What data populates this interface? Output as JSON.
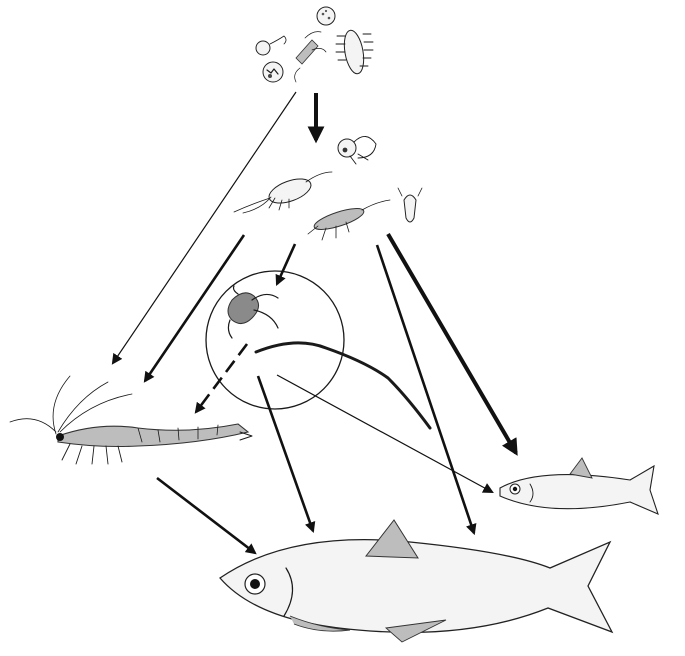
{
  "diagram": {
    "type": "food-web",
    "nodes": [
      {
        "id": "phytoplankton",
        "icon": "phytoplankton-icon"
      },
      {
        "id": "zooplankton",
        "icon": "copepod-icon"
      },
      {
        "id": "jellyfish",
        "icon": "hydromedusa-icon",
        "highlighted": true
      },
      {
        "id": "shrimp",
        "icon": "shrimp-icon"
      },
      {
        "id": "small-fish",
        "icon": "small-fish-icon"
      },
      {
        "id": "large-fish",
        "icon": "large-fish-icon"
      }
    ],
    "edges": [
      {
        "from": "phytoplankton",
        "to": "zooplankton",
        "weight": "thick"
      },
      {
        "from": "phytoplankton",
        "to": "shrimp",
        "weight": "thin"
      },
      {
        "from": "zooplankton",
        "to": "shrimp",
        "weight": "medium"
      },
      {
        "from": "zooplankton",
        "to": "jellyfish",
        "weight": "medium"
      },
      {
        "from": "zooplankton",
        "to": "large-fish",
        "weight": "medium"
      },
      {
        "from": "zooplankton",
        "to": "small-fish",
        "weight": "thick"
      },
      {
        "from": "jellyfish",
        "to": "shrimp",
        "weight": "medium",
        "style": "dashed"
      },
      {
        "from": "jellyfish",
        "to": "large-fish",
        "weight": "medium"
      },
      {
        "from": "jellyfish",
        "to": "small-fish",
        "weight": "thin"
      },
      {
        "from": "shrimp",
        "to": "large-fish",
        "weight": "medium"
      }
    ],
    "colors": {
      "ink": "#1a1a1a",
      "background": "#ffffff"
    }
  }
}
